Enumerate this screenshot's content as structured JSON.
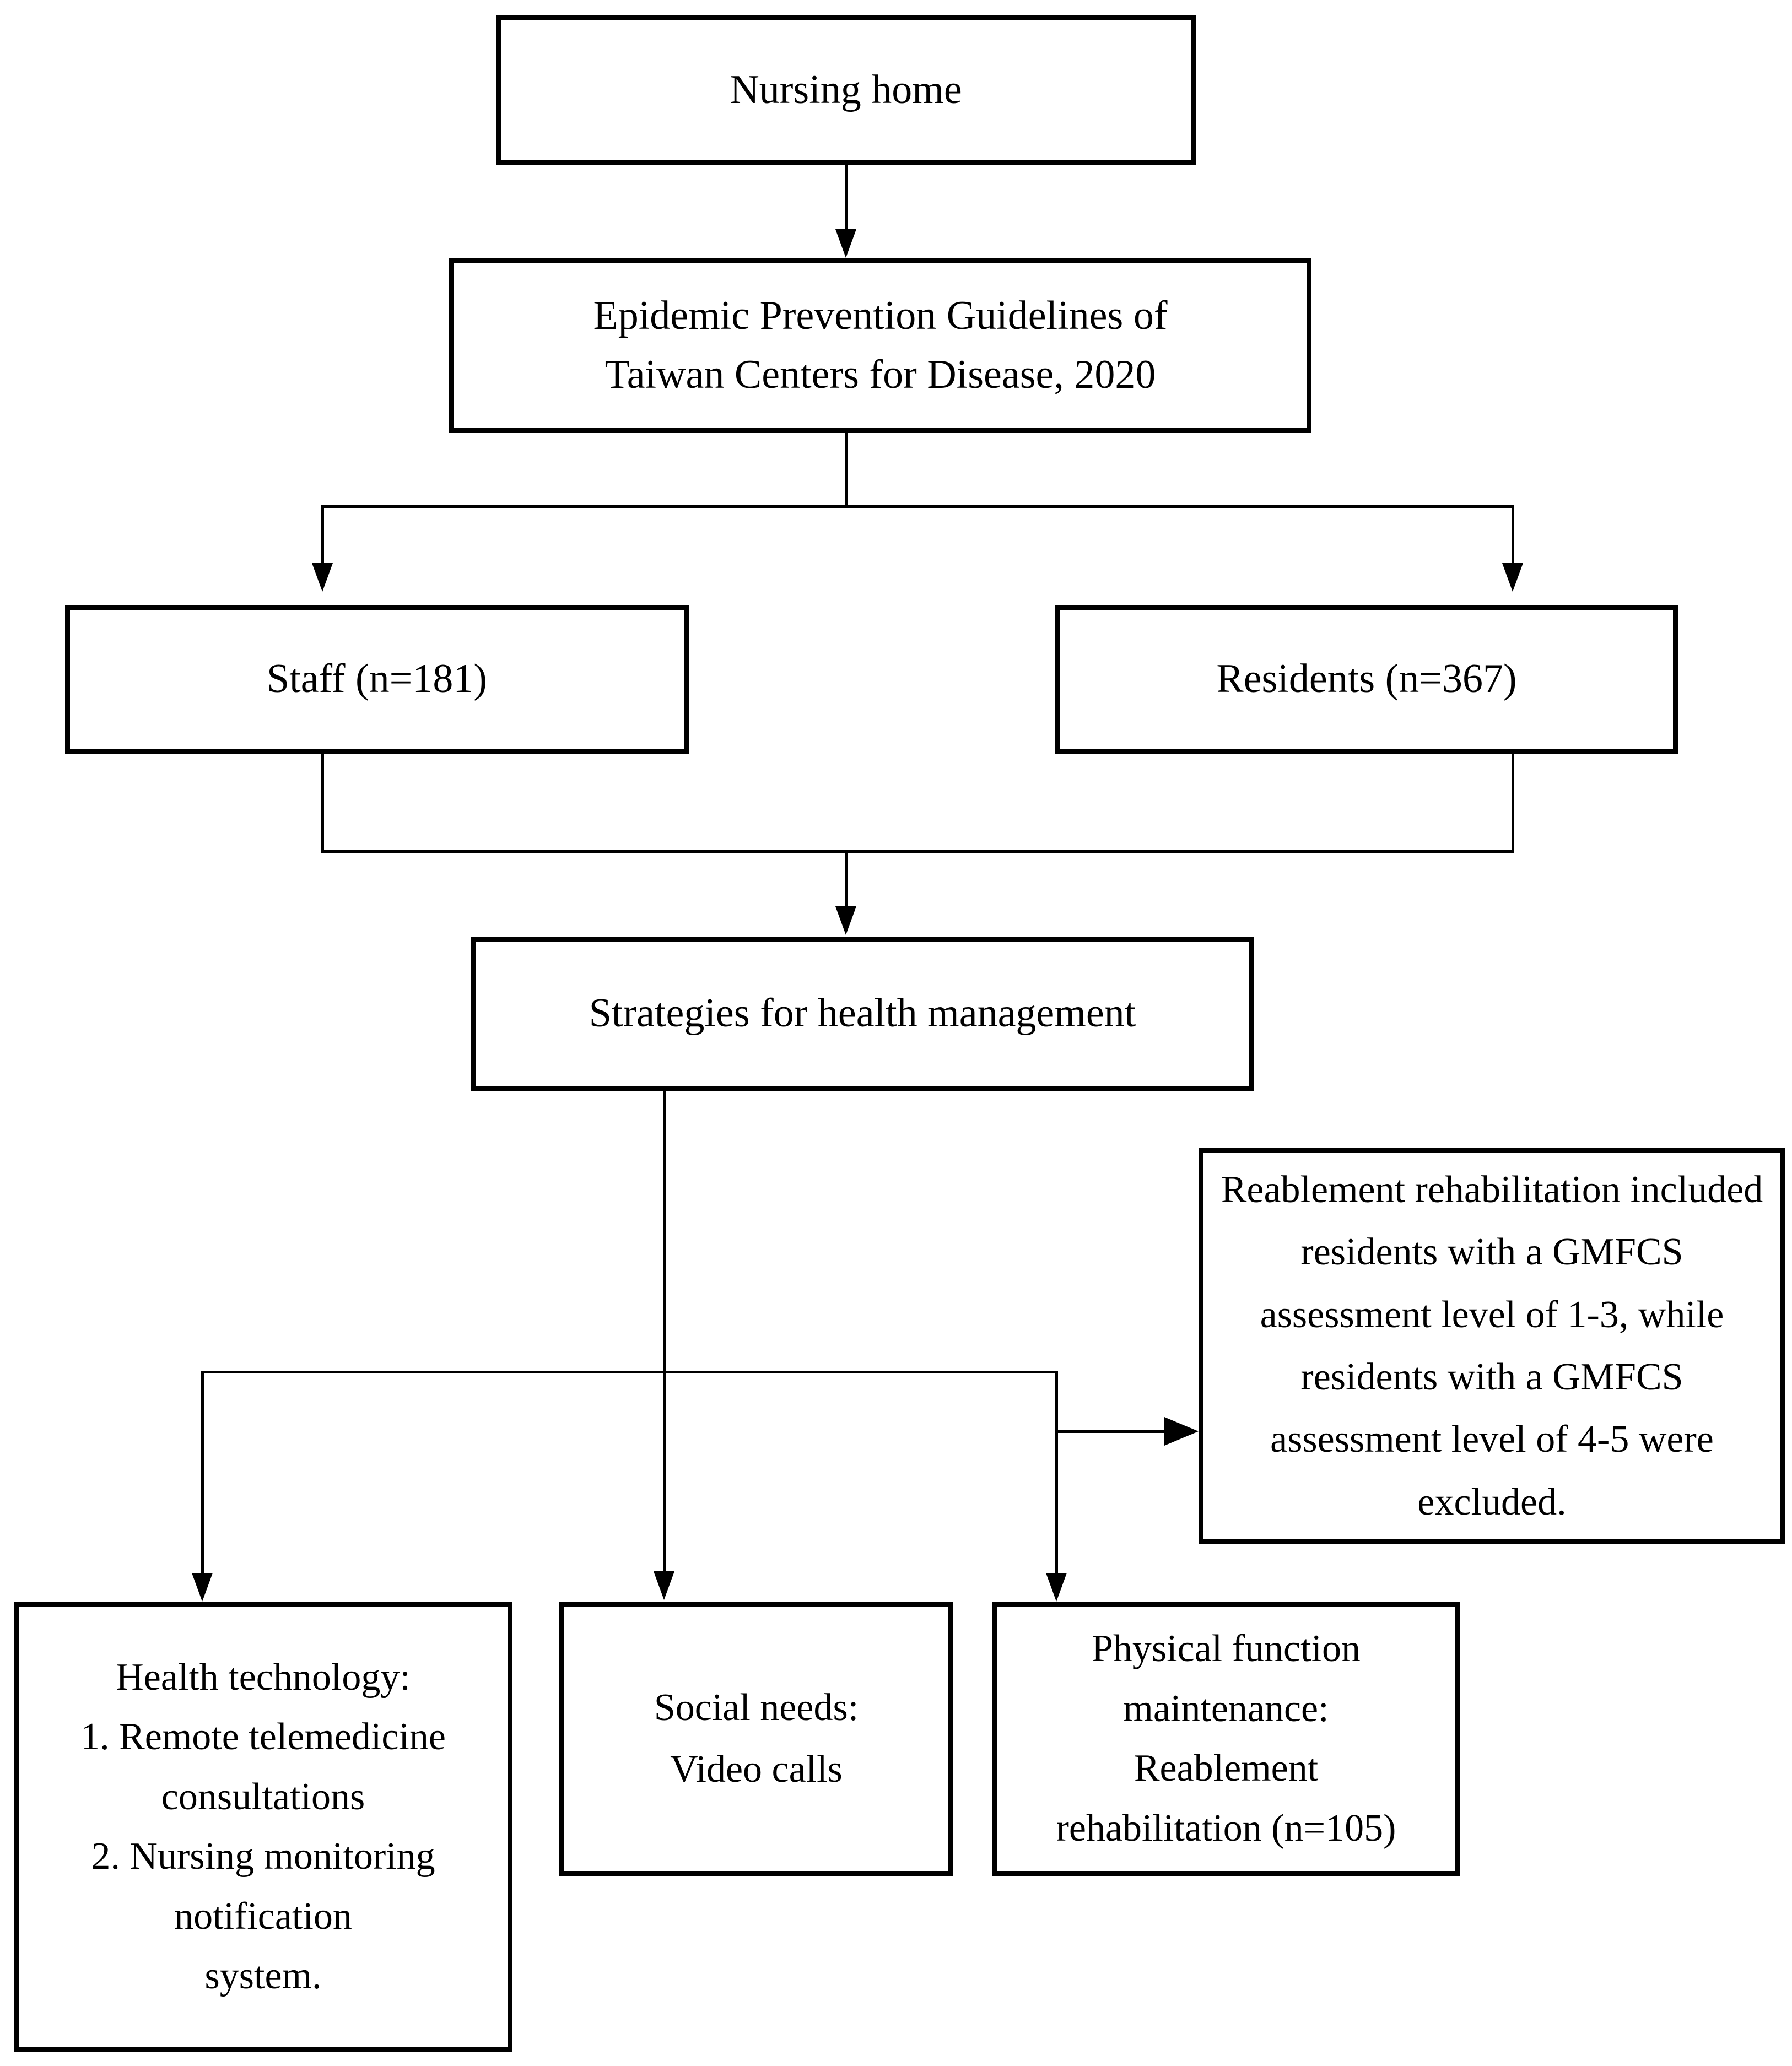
{
  "figure": {
    "type": "flowchart",
    "orientation": "top-down",
    "background_color": "#ffffff",
    "line_color": "#000000"
  },
  "nodes": {
    "nursing_home": {
      "label": "Nursing home"
    },
    "guidelines": {
      "label": "Epidemic Prevention Guidelines of\nTaiwan Centers for Disease, 2020"
    },
    "staff": {
      "label": "Staff (n=181)"
    },
    "residents": {
      "label": "Residents (n=367)"
    },
    "strategies": {
      "label": "Strategies for health management"
    },
    "gmfcs_note": {
      "label": "Reablement rehabilitation included residents with a GMFCS assessment level of 1-3, while residents with a GMFCS assessment level of 4-5 were excluded."
    },
    "health_technology": {
      "label": "Health technology:\n1. Remote telemedicine\nconsultations\n2. Nursing monitoring\nnotification\nsystem."
    },
    "social_needs": {
      "label": "Social needs:\nVideo calls"
    },
    "physical_function": {
      "label": "Physical function\nmaintenance:\nReablement\nrehabilitation (n=105)"
    }
  },
  "edges": [
    {
      "from": "nursing_home",
      "to": "guidelines",
      "style": "straight-down-arrow"
    },
    {
      "from": "guidelines",
      "to": "staff",
      "style": "split-down-arrow"
    },
    {
      "from": "guidelines",
      "to": "residents",
      "style": "split-down-arrow"
    },
    {
      "from": "staff",
      "to": "strategies",
      "style": "merge-down-arrow"
    },
    {
      "from": "residents",
      "to": "strategies",
      "style": "merge-down-arrow"
    },
    {
      "from": "strategies",
      "to": "health_technology",
      "style": "split-down-arrow"
    },
    {
      "from": "strategies",
      "to": "social_needs",
      "style": "straight-down-arrow"
    },
    {
      "from": "strategies",
      "to": "physical_function",
      "style": "split-down-arrow"
    },
    {
      "from": "strategies",
      "to": "gmfcs_note",
      "style": "split-right-arrow"
    }
  ]
}
